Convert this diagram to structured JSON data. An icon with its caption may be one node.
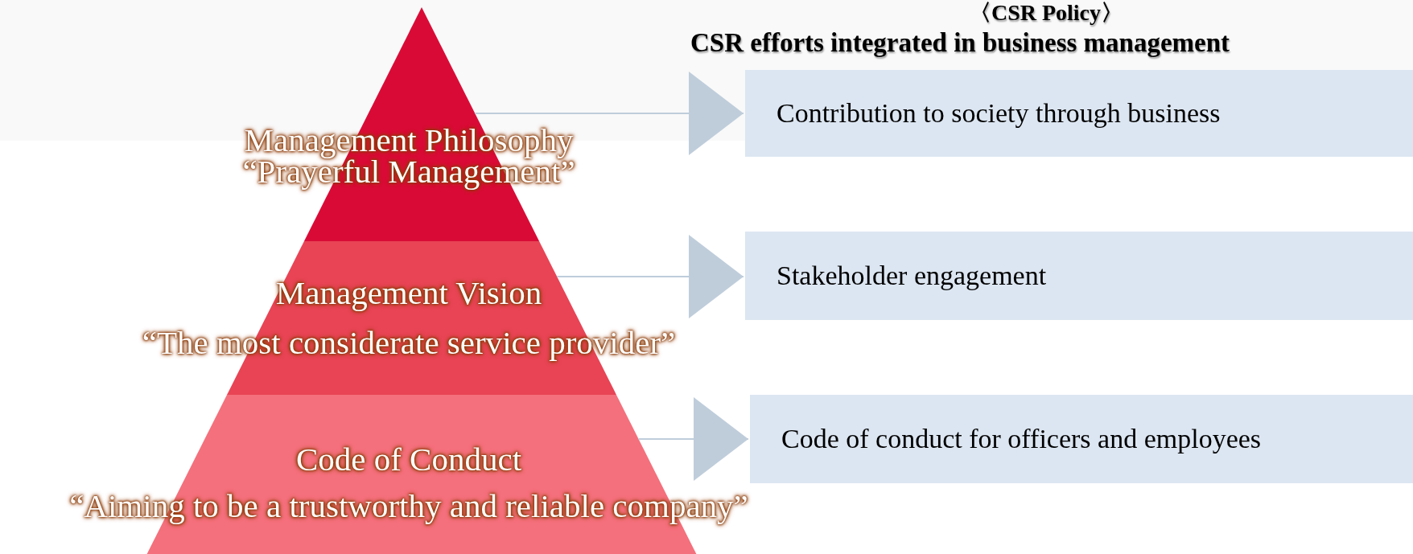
{
  "diagram": {
    "title": "〈CSR Policy〉",
    "nodes": [
      {
        "text": [
          "Management Philosophy",
          "“Prayerful Management”"
        ]
      },
      {
        "text": [
          "Management Vision",
          "“The most considerate service provider”"
        ]
      },
      {
        "text": [
          "Code of Conduct",
          "“Aiming to be a trustworthy and reliable company”"
        ]
      },
      {
        "text": [
          "Contribution to society through business"
        ]
      },
      {
        "text": [
          "Stakeholder engagement"
        ]
      },
      {
        "text": [
          "Code of conduct for officers and employees"
        ]
      }
    ],
    "edges": [
      {
        "from": 0,
        "to": 3,
        "arrow": "to"
      },
      {
        "from": 1,
        "to": 4,
        "arrow": "to"
      },
      {
        "from": 2,
        "to": 5,
        "arrow": "to"
      }
    ],
    "labels": [
      "CSR efforts integrated in business management"
    ]
  }
}
